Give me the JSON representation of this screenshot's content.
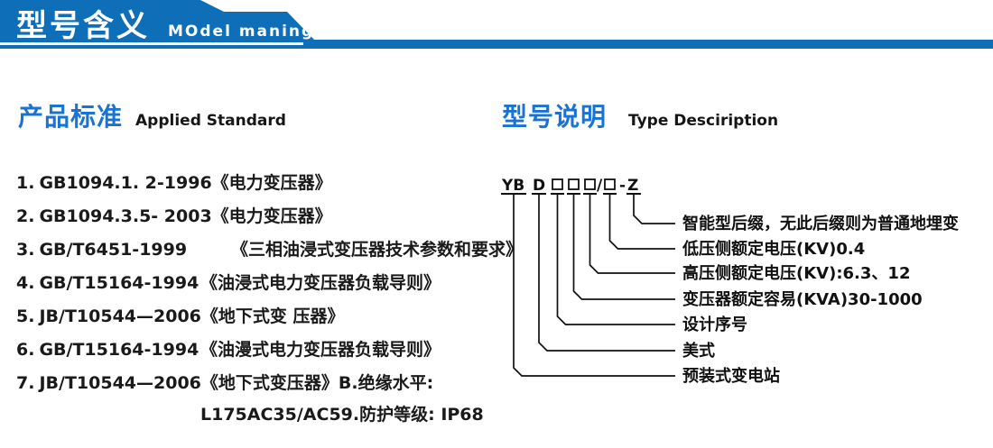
{
  "colors": {
    "banner_blue": "#0e6fb8",
    "heading_blue": "#1873d3"
  },
  "banner": {
    "title_zh": "型号含义",
    "subtitle_en": "MOdel maning"
  },
  "standards_section": {
    "heading_zh": "产品标准",
    "heading_en": "Applied Standard",
    "items": [
      {
        "num": "1.",
        "code": "GB1094.1. 2-1996",
        "title": "《电力变压器》"
      },
      {
        "num": "2.",
        "code": "GB1094.3.5- 2003",
        "title": "《电力变压器》"
      },
      {
        "num": "3.",
        "code": "GB/T6451-1999",
        "title": "《三相油浸式变压器技术参数和要求》",
        "wide_gap": true
      },
      {
        "num": "4.",
        "code": "GB/T15164-1994",
        "title": "《油浸式电力变压器负载导则》"
      },
      {
        "num": "5.",
        "code": "JB/T10544—2006",
        "title": "《地下式变 压器》"
      },
      {
        "num": "6.",
        "code": "GB/T15164-1994",
        "title": "《油漫式电力变压器负载导则》"
      },
      {
        "num": "7.",
        "code": "JB/T10544—2006",
        "title": "《地下式变压器》B.绝缘水平:"
      }
    ],
    "continuation": "L175AC35/AC59.防护等级: IP68"
  },
  "type_section": {
    "heading_zh": "型号说明",
    "heading_en": "Type Desciription",
    "model_code": {
      "segments": [
        {
          "glyph": "YB",
          "drop": true
        },
        {
          "glyph": "D",
          "drop": true
        },
        {
          "box": true,
          "drop": true
        },
        {
          "box": true,
          "drop": true
        },
        {
          "box": true,
          "drop": true
        },
        {
          "glyph": "/",
          "drop": false
        },
        {
          "box": true,
          "drop": true
        },
        {
          "glyph": "-",
          "drop": false
        },
        {
          "glyph": "Z",
          "drop": true
        }
      ]
    },
    "labels": [
      "智能型后缀，无此后缀则为普通地埋变",
      "低压侧额定电压(KV)0.4",
      "高压侧额定电压(KV):6.3、12",
      "变压器额定容易(KVA)30-1000",
      "设计序号",
      "美式",
      "预装式变电站"
    ]
  }
}
